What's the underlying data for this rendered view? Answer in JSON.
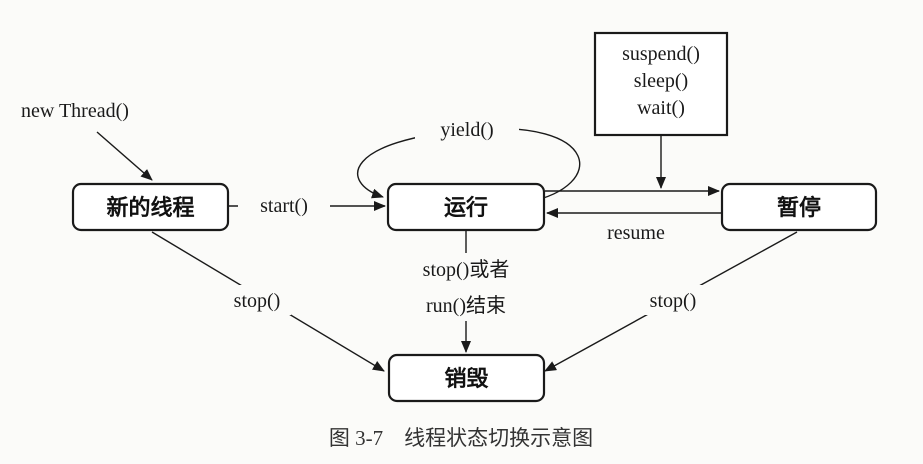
{
  "states": {
    "new_thread": "新的线程",
    "running": "运行",
    "paused": "暂停",
    "destroyed": "销毁"
  },
  "actions": {
    "suspend": "suspend()",
    "sleep": "sleep()",
    "wait": "wait()"
  },
  "transitions": {
    "new_thread_call": "new Thread()",
    "start": "start()",
    "yield": "yield()",
    "resume": "resume",
    "stop_left": "stop()",
    "stop_right": "stop()",
    "stop_or_line1": "stop()或者",
    "stop_or_line2": "run()结束"
  },
  "caption": "图 3-7　线程状态切换示意图"
}
